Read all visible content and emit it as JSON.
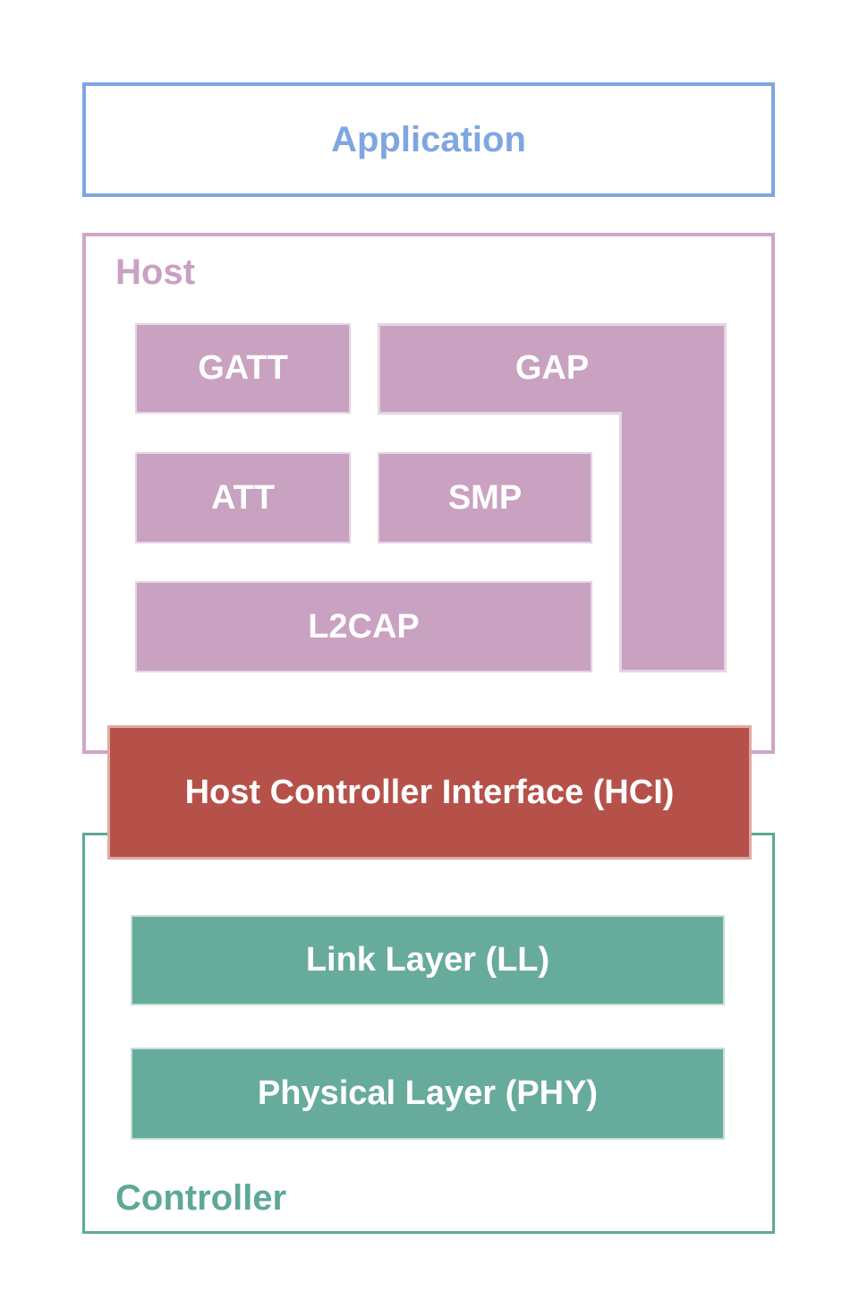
{
  "application": {
    "label": "Application"
  },
  "host": {
    "label": "Host",
    "blocks": {
      "gatt": "GATT",
      "gap": "GAP",
      "att": "ATT",
      "smp": "SMP",
      "l2cap": "L2CAP"
    }
  },
  "hci": {
    "label": "Host Controller Interface (HCI)"
  },
  "controller": {
    "label": "Controller",
    "blocks": {
      "link_layer": "Link Layer (LL)",
      "phy": "Physical Layer (PHY)"
    }
  },
  "colors": {
    "application_blue": "#7ea6e0",
    "host_pink": "#c9a1c1",
    "host_pink_border": "#cda6c8",
    "pink_edge": "#e4d4e2",
    "hci_red": "#b65149",
    "hci_red_edge": "#dcaaa5",
    "controller_teal_fill": "#67ab9c",
    "controller_teal_border": "#5ea897",
    "teal_edge": "#c8ded8",
    "block_text": "#ffffff"
  }
}
